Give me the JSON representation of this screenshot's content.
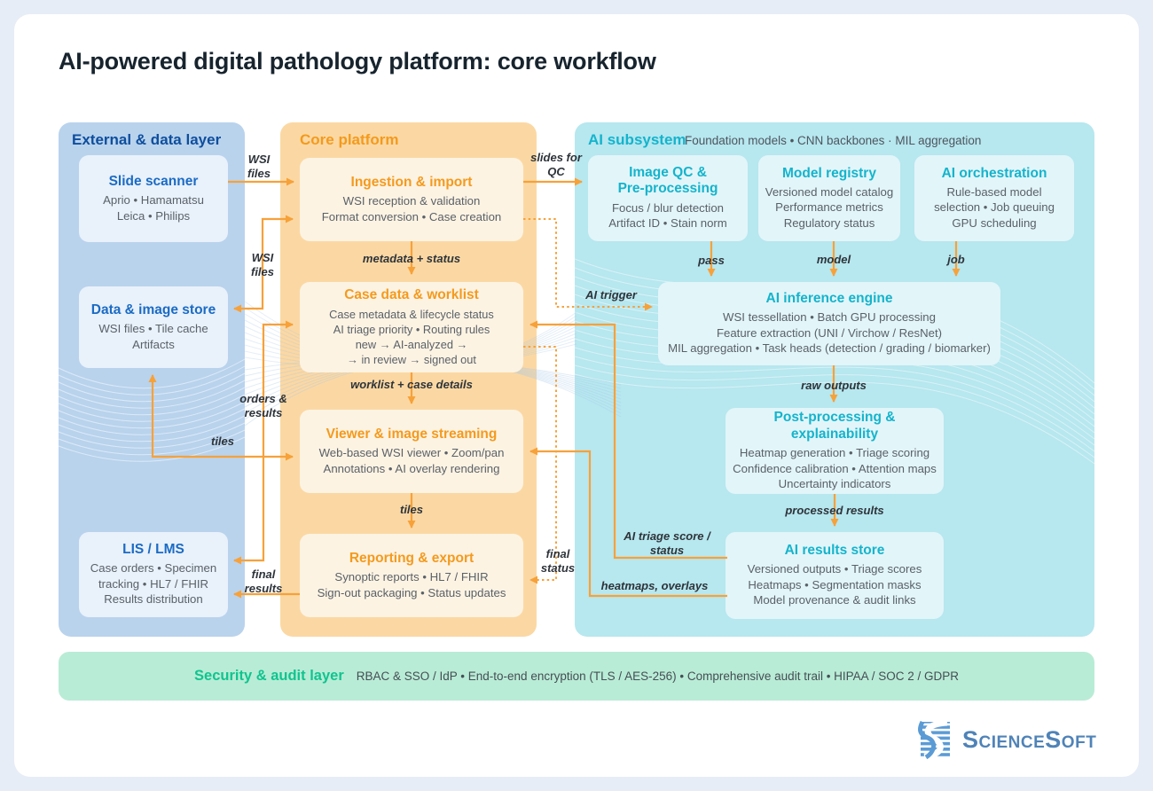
{
  "title": "AI-powered digital pathology platform: core workflow",
  "panels": {
    "external": {
      "header": "External & data layer",
      "boxes": [
        {
          "title": "Slide scanner",
          "body": "Aprio • Hamamatsu\nLeica • Philips"
        },
        {
          "title": "Data & image store",
          "body": "WSI files • Tile cache\nArtifacts"
        },
        {
          "title": "LIS / LMS",
          "body": "Case orders • Specimen\ntracking • HL7 / FHIR\nResults distribution"
        }
      ]
    },
    "core": {
      "header": "Core platform",
      "boxes": [
        {
          "title": "Ingestion & import",
          "body": "WSI reception & validation\nFormat conversion • Case creation"
        },
        {
          "title": "Case data & worklist",
          "body": "Case metadata & lifecycle status\nAI triage priority • Routing rules\nnew → AI-analyzed →\n→ in review → signed out"
        },
        {
          "title": "Viewer & image streaming",
          "body": "Web-based WSI viewer • Zoom/pan\nAnnotations • AI overlay rendering"
        },
        {
          "title": "Reporting & export",
          "body": "Synoptic reports • HL7 / FHIR\nSign-out packaging • Status updates"
        }
      ]
    },
    "ai": {
      "header": "AI subsystem",
      "subheader": "Foundation models • CNN backbones · MIL aggregation",
      "boxes": [
        {
          "title": "Image QC &\nPre-processing",
          "body": "Focus / blur detection\nArtifact ID • Stain norm"
        },
        {
          "title": "Model registry",
          "body": "Versioned model catalog\nPerformance metrics\nRegulatory status"
        },
        {
          "title": "AI orchestration",
          "body": "Rule-based model\nselection • Job queuing\nGPU scheduling"
        },
        {
          "title": "AI inference engine",
          "body": "WSI tessellation • Batch GPU processing\nFeature extraction (UNI / Virchow / ResNet)\nMIL aggregation • Task heads (detection / grading / biomarker)"
        },
        {
          "title": "Post-processing & explainability",
          "body": "Heatmap generation • Triage scoring\nConfidence calibration • Attention maps\nUncertainty indicators"
        },
        {
          "title": "AI results store",
          "body": "Versioned outputs • Triage scores\nHeatmaps • Segmentation masks\nModel provenance & audit links"
        }
      ]
    }
  },
  "edges": {
    "wsi_top": "WSI\nfiles",
    "wsi_mid": "WSI\nfiles",
    "orders_results": "orders &\nresults",
    "tiles_left": "tiles",
    "final_results": "final\nresults",
    "slides_qc": "slides for\nQC",
    "metadata_status": "metadata + status",
    "worklist_details": "worklist + case details",
    "tiles_mid": "tiles",
    "pass": "pass",
    "model": "model",
    "job": "job",
    "ai_trigger": "AI trigger",
    "raw_outputs": "raw outputs",
    "processed_results": "processed results",
    "triage_score": "AI triage score /\nstatus",
    "heatmaps_overlays": "heatmaps, overlays",
    "final_status": "final\nstatus"
  },
  "security": {
    "title": "Security & audit layer",
    "body": "RBAC & SSO / IdP • End-to-end encryption (TLS / AES-256) • Comprehensive audit trail • HIPAA / SOC 2 / GDPR"
  },
  "logo": {
    "text": "ScienceSoft"
  },
  "colors": {
    "accent_blue": "#1a6bc4",
    "accent_orange": "#f49a1d",
    "accent_cyan": "#14b4cc",
    "accent_green": "#10c48e",
    "arrow_orange": "#f7a139",
    "panel_blue": "#b9d3ed",
    "panel_orange": "#fbd8a3",
    "panel_cyan": "#b7e7ef",
    "security_green": "#b9ecd6"
  }
}
